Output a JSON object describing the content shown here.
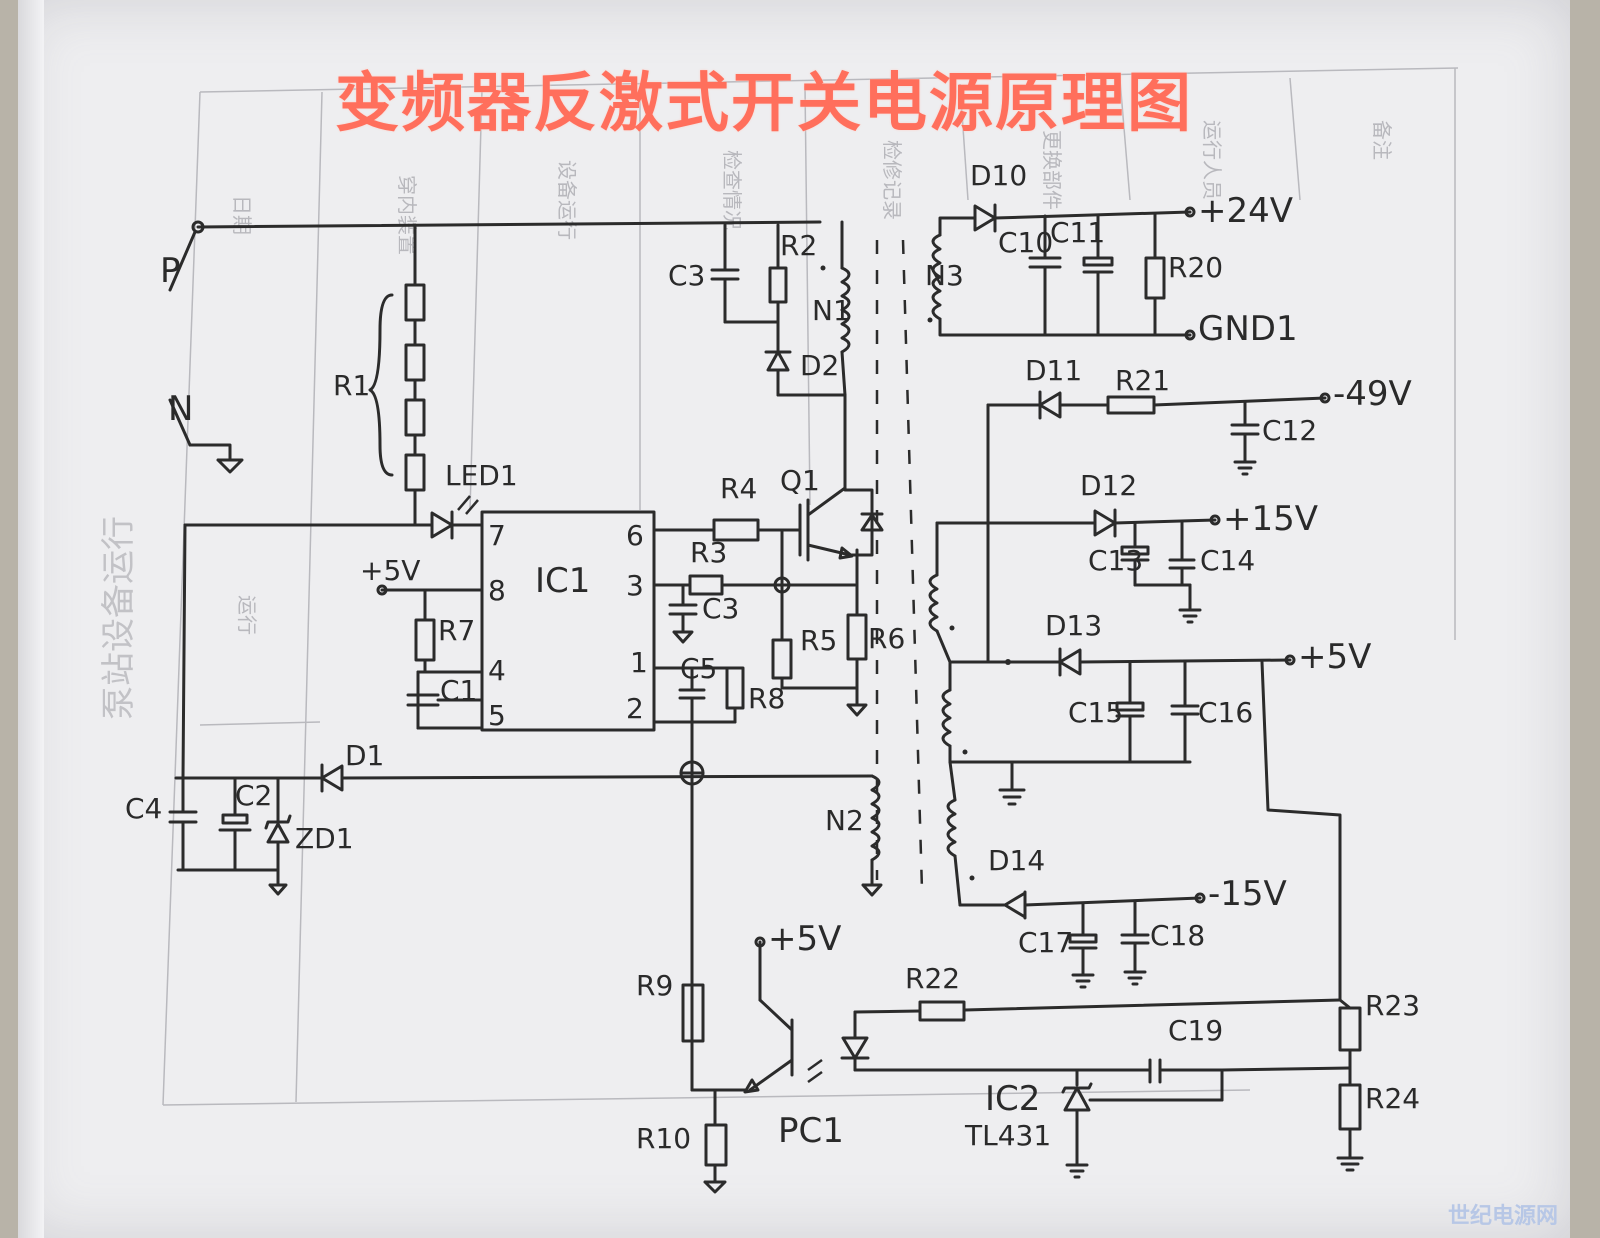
{
  "title": "变频器反激式开关电源原理图",
  "watermark": "世纪电源网",
  "background_text": {
    "vertical_big": "泵站设备运行",
    "column_headers": [
      "日期",
      "穿内装置",
      "设备运行",
      "检查情况",
      "检修记录",
      "更换部件",
      "运行人员",
      "备注"
    ],
    "box_text": "运行"
  },
  "terminals": {
    "p": "P",
    "n": "N",
    "v24": "+24V",
    "gnd1": "GND1",
    "vm49": "-49V",
    "v15": "+15V",
    "v5_out": "+5V",
    "vm15": "-15V",
    "v5_ic": "+5V",
    "v5_pc": "+5V"
  },
  "components": {
    "r1": "R1",
    "r2": "R2",
    "r3": "R3",
    "r4": "R4",
    "r5": "R5",
    "r6": "R6",
    "r7": "R7",
    "r8": "R8",
    "r9": "R9",
    "r10": "R10",
    "r20": "R20",
    "r21": "R21",
    "r22": "R22",
    "r23": "R23",
    "r24": "R24",
    "c1": "C1",
    "c2": "C2",
    "c3a": "C3",
    "c3b": "C3",
    "c4": "C4",
    "c5": "C5",
    "c10": "C10",
    "c11": "C11",
    "c12": "C12",
    "c13": "C13",
    "c14": "C14",
    "c15": "C15",
    "c16": "C16",
    "c17": "C17",
    "c18": "C18",
    "c19": "C19",
    "d1": "D1",
    "d2": "D2",
    "d10": "D10",
    "d11": "D11",
    "d12": "D12",
    "d13": "D13",
    "d14": "D14",
    "zd1": "ZD1",
    "led1": "LED1",
    "q1": "Q1",
    "n1": "N1",
    "n2": "N2",
    "n3": "N3",
    "ic1": "IC1",
    "ic2": "IC2",
    "tl431": "TL431",
    "pc1": "PC1"
  },
  "ic1_pins": [
    "7",
    "8",
    "4",
    "5",
    "6",
    "3",
    "1",
    "2"
  ]
}
